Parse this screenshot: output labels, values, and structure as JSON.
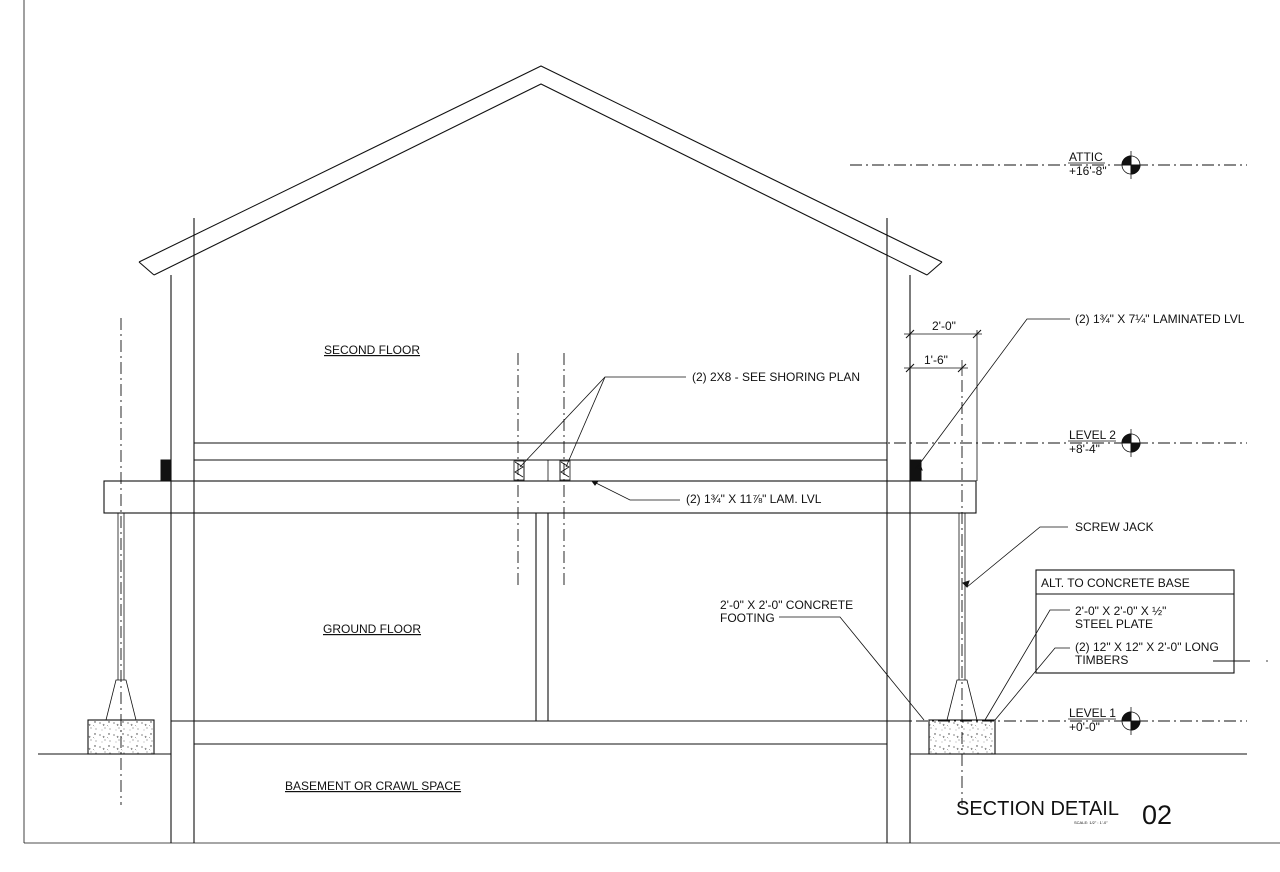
{
  "labels": {
    "second_floor": "SECOND FLOOR",
    "ground_floor": "GROUND FLOOR",
    "basement": "BASEMENT OR CRAWL SPACE",
    "shoring": "(2) 2X8 - SEE SHORING PLAN",
    "lam_lvl_main": "(2) 1¾\" X 11⅞\" LAM. LVL",
    "laminated_lvl": "(2) 1¾\" X 7¼\" LAMINATED LVL",
    "screw_jack": "SCREW JACK",
    "concrete_footing_l1": "2'-0\" X 2'-0\" CONCRETE",
    "concrete_footing_l2": "FOOTING",
    "alt_box_title": "ALT. TO CONCRETE BASE",
    "steel_plate_l1": "2'-0\" X 2'-0\" X ½\"",
    "steel_plate_l2": "STEEL PLATE",
    "timbers_l1": "(2) 12\" X 12\" X 2'-0\" LONG",
    "timbers_l2": "TIMBERS"
  },
  "dimensions": {
    "upper": "2'-0\"",
    "lower": "1'-6\""
  },
  "levels": [
    {
      "name": "ATTIC",
      "elevation": "+16'-8\""
    },
    {
      "name": "LEVEL 2",
      "elevation": "+8'-4\""
    },
    {
      "name": "LEVEL 1",
      "elevation": "+0'-0\""
    }
  ],
  "title_block": {
    "title": "SECTION DETAIL",
    "scale": "SCALE: 1/2\" : 1'-0\"",
    "number": "02"
  }
}
